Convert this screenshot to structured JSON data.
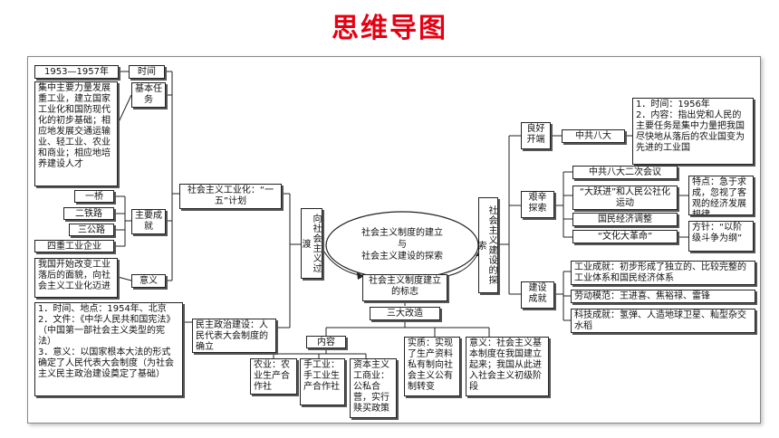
{
  "title": "思维导图",
  "left": {
    "years": "1953—1957年",
    "time_label": "时间",
    "task_label": "基本任务",
    "task_text": "集中主要力量发展重工业，建立国家工业化和国防现代化的初步基础；相应地发展交通运输业、轻工业、农业和商业；相应地培养建设人才",
    "achievements_label": "主要成就",
    "ach1": "一桥",
    "ach2": "二铁路",
    "ach3": "三公路",
    "ach4": "四重工业企业",
    "meaning_text": "我国开始改变工业落后的面貌，向社会主义工业化迈进",
    "meaning_label": "意义",
    "industrialization": "社会主义工业化：“一五”计划",
    "constitution_text": "1．时间、地点：1954年、北京\n2．文件：《中华人民共和国宪法》（中国第一部社会主义类型的宪法）\n3．意义：以国家根本大法的形式确定了人民代表大会制度（为社会主义民主政治建设奠定了基础）",
    "democracy": "民主政治建设：人民代表大会制度的确立"
  },
  "center": {
    "transition": "向社会主义过渡",
    "ellipse_line1": "社会主义制度的建立",
    "ellipse_line2": "与",
    "ellipse_line3": "社会主义建设的探索",
    "symbol": "社会主义制度建立的标志",
    "exploration": "社会主义建设的探索",
    "three_reforms": "三大改造",
    "content_label": "内容",
    "agri": "农业：农业生产合作社",
    "handicraft": "手工业：手工业生产合作社",
    "capitalist": "资本主义工商业：公私合营，实行赎买政策",
    "essence": "实质：实现了生产资料私有制向社会主义公有制转变",
    "significance": "意义：社会主义基本制度在我国建立起来；我国从此进入社会主义初级阶段"
  },
  "right": {
    "good_start": "良好开端",
    "eighth_congress": "中共八大",
    "eighth_detail": "1．时间：1956年\n2．内容：指出党和人民的主要任务是集中力量把我国尽快地从落后的农业国变为先进的工业国",
    "hard": "艰辛探索",
    "second_session": "中共八大二次会议",
    "leap": "“大跃进”和人民公社化运动",
    "feature": "特点：急于求成，忽视了客观的经济发展规律",
    "adjust": "国民经济调整",
    "cultural_rev": "“文化大革命”",
    "policy": "方针：“以阶级斗争为纲”",
    "achievements": "建设成就",
    "industry_ach": "工业成就：初步形成了独立的、比较完整的工业体系和国民经济体系",
    "models": "劳动模范：王进喜、焦裕禄、雷锋",
    "tech": "科技成就：氢弹、人造地球卫星、籼型杂交水稻"
  }
}
